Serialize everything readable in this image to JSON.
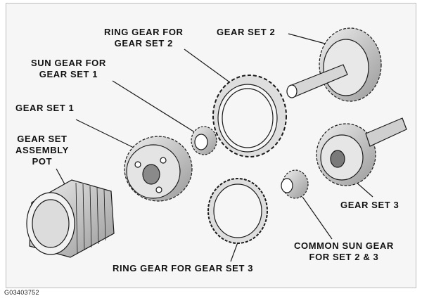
{
  "labels": {
    "ring_gear_set2": "RING GEAR FOR\nGEAR SET 2",
    "gear_set2": "GEAR SET 2",
    "sun_gear_set1": "SUN GEAR FOR\nGEAR SET 1",
    "gear_set1": "GEAR SET 1",
    "assembly_pot": "GEAR SET\nASSEMBLY\nPOT",
    "gear_set3": "GEAR SET 3",
    "common_sun_gear": "COMMON SUN GEAR\nFOR SET 2 & 3",
    "ring_gear_set3": "RING GEAR FOR GEAR SET 3"
  },
  "figure_code": "G03403752",
  "colors": {
    "line": "#1a1a1a",
    "shade": "#c8c8c8",
    "dark": "#5a5a5a",
    "frame": "#bdbdbd"
  }
}
